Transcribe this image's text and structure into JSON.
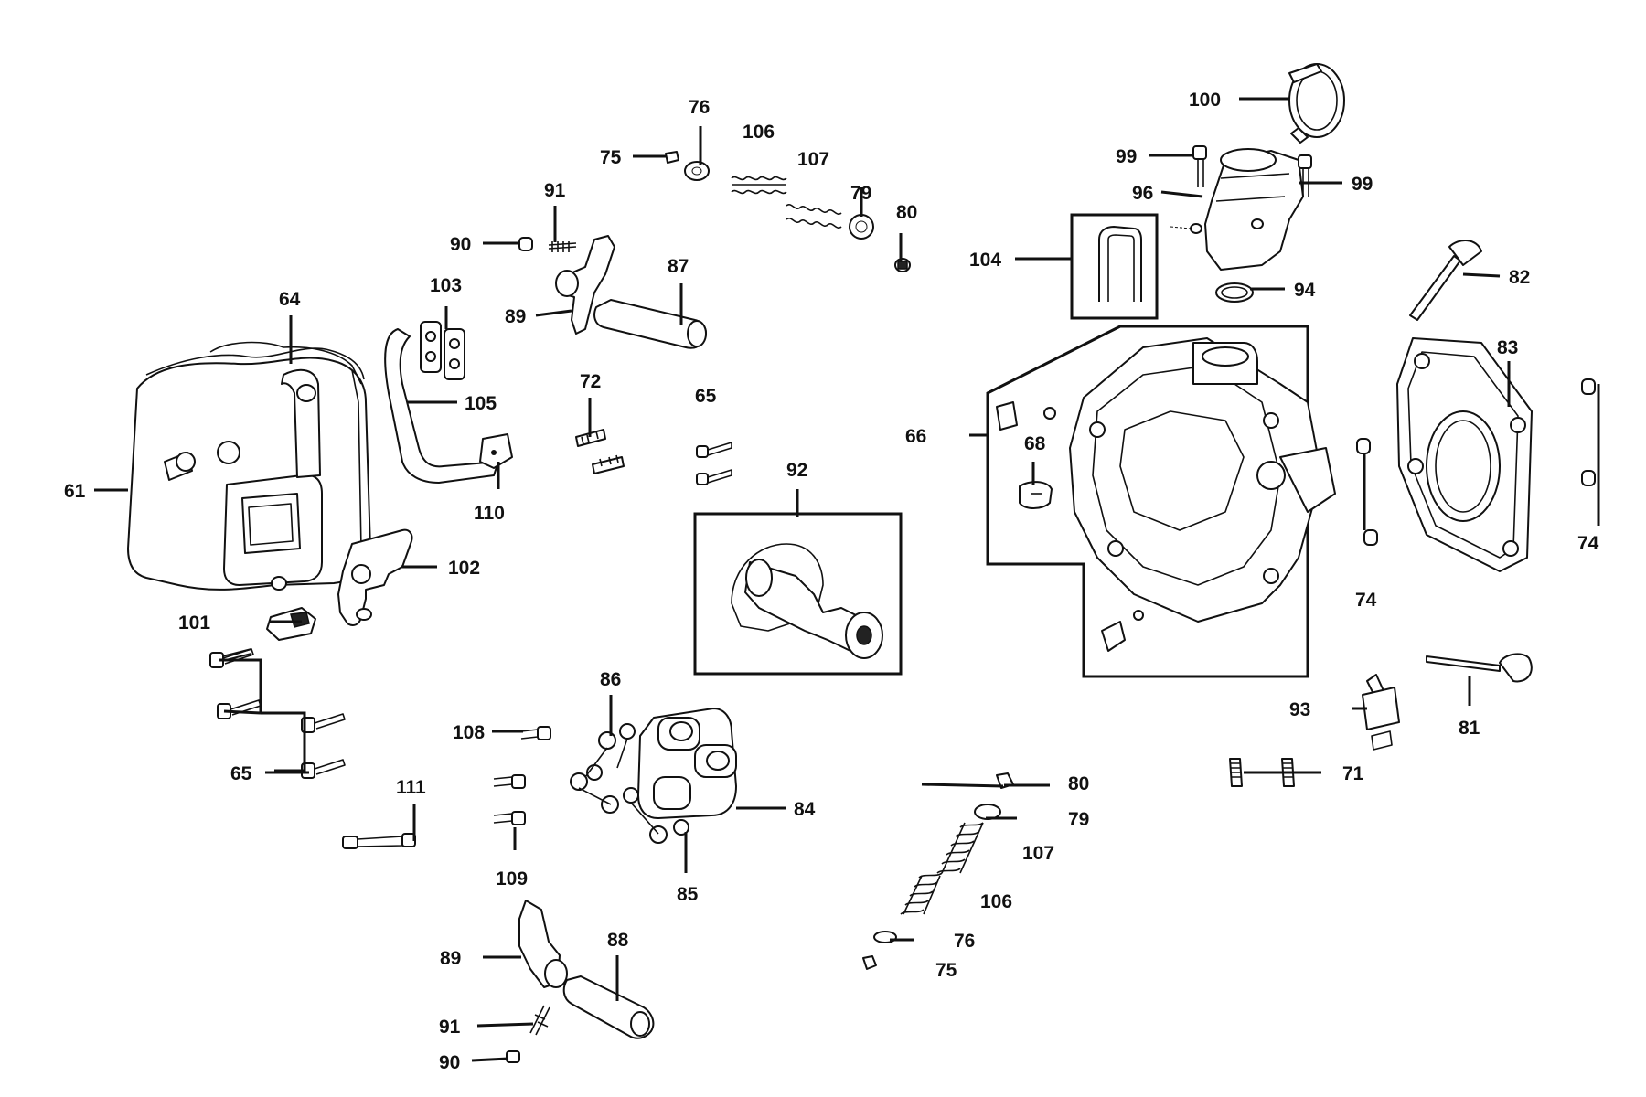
{
  "labels": {
    "l61": "61",
    "l64": "64",
    "l65a": "65",
    "l65b": "65",
    "l66": "66",
    "l68": "68",
    "l71": "71",
    "l72": "72",
    "l74a": "74",
    "l74b": "74",
    "l75a": "75",
    "l75b": "75",
    "l76a": "76",
    "l76b": "76",
    "l79a": "79",
    "l79b": "79",
    "l80a": "80",
    "l80b": "80",
    "l81": "81",
    "l82": "82",
    "l83": "83",
    "l84": "84",
    "l85": "85",
    "l86": "86",
    "l87": "87",
    "l88": "88",
    "l89a": "89",
    "l89b": "89",
    "l90a": "90",
    "l90b": "90",
    "l91a": "91",
    "l91b": "91",
    "l92": "92",
    "l93": "93",
    "l94": "94",
    "l96": "96",
    "l99a": "99",
    "l99b": "99",
    "l100": "100",
    "l101": "101",
    "l102": "102",
    "l103": "103",
    "l104": "104",
    "l105": "105",
    "l106a": "106",
    "l106b": "106",
    "l107a": "107",
    "l107b": "107",
    "l108": "108",
    "l109": "109",
    "l110": "110",
    "l111": "111"
  }
}
